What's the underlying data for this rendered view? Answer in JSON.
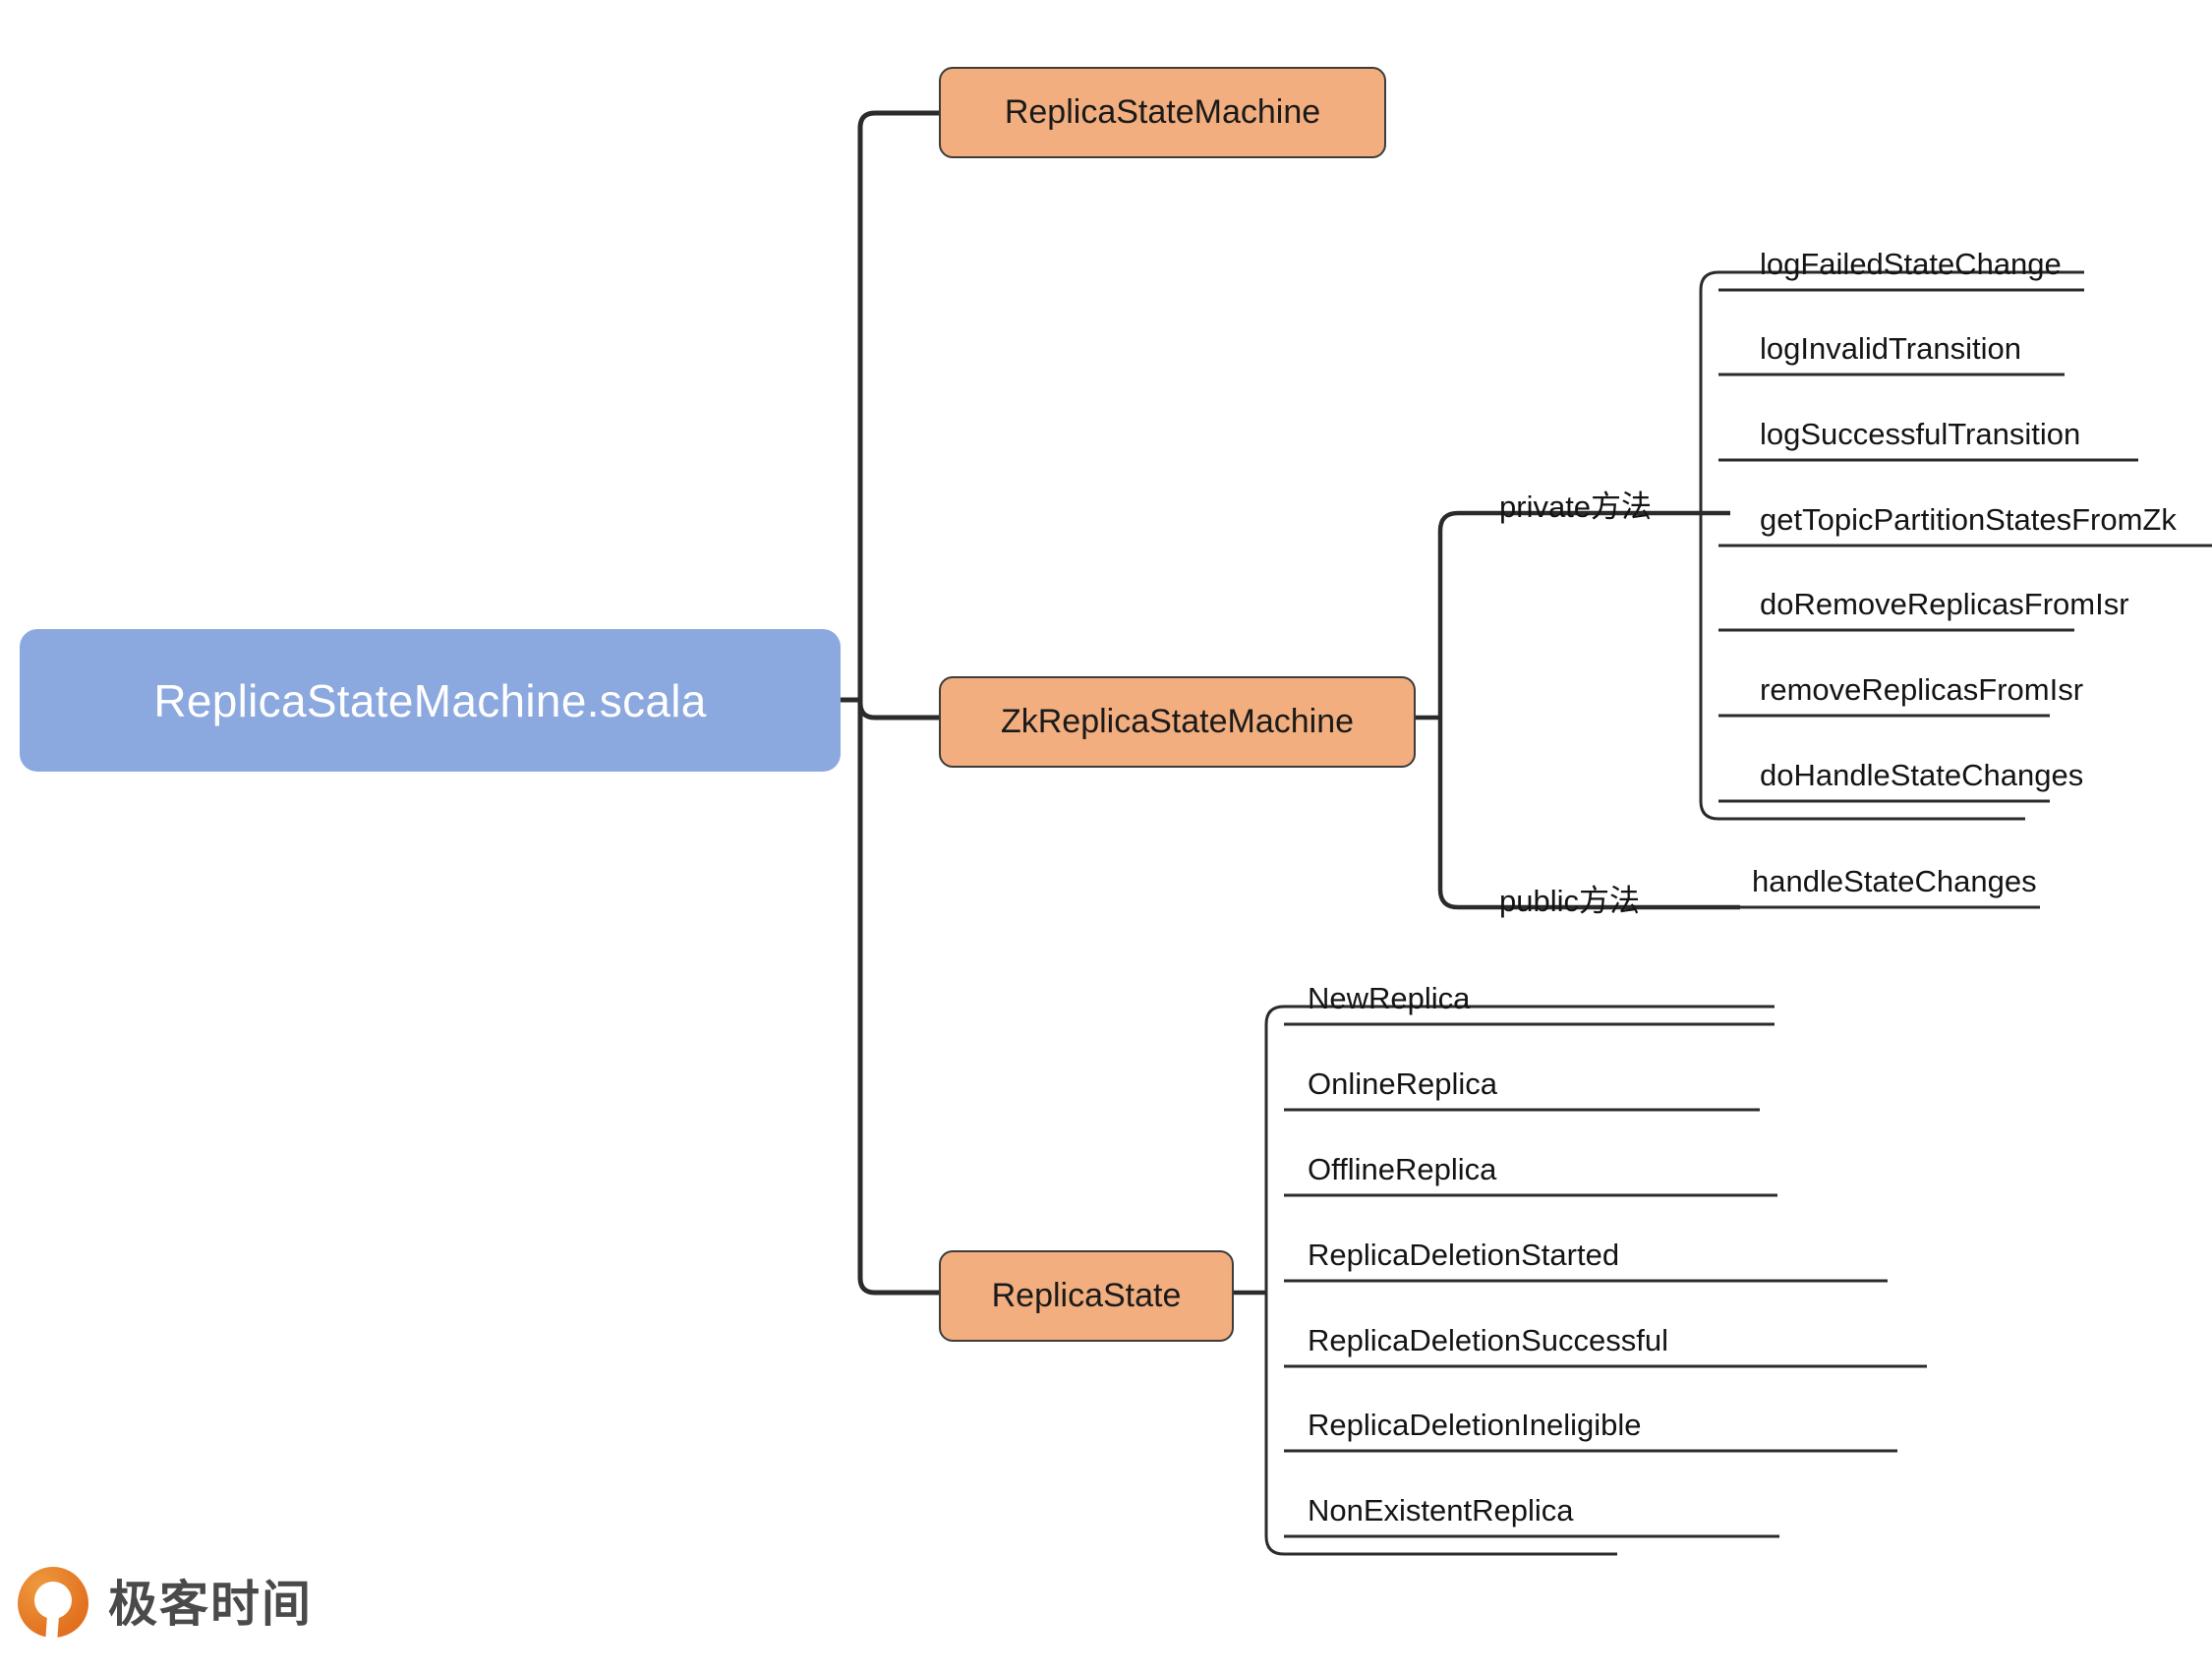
{
  "diagram": {
    "type": "mindmap",
    "root": {
      "label": "ReplicaStateMachine.scala",
      "color": "#8BA8DF",
      "text_color": "#FFFFFF"
    },
    "branch_color": "#F2AE7E",
    "branches": [
      {
        "label": "ReplicaStateMachine",
        "children": []
      },
      {
        "label": "ZkReplicaStateMachine",
        "groups": [
          {
            "label": "private方法",
            "items": [
              "logFailedStateChange",
              "logInvalidTransition",
              "logSuccessfulTransition",
              "getTopicPartitionStatesFromZk",
              "doRemoveReplicasFromIsr",
              "removeReplicasFromIsr",
              "doHandleStateChanges"
            ]
          },
          {
            "label": "public方法",
            "items": [
              "handleStateChanges"
            ]
          }
        ]
      },
      {
        "label": "ReplicaState",
        "items": [
          "NewReplica",
          "OnlineReplica",
          "OfflineReplica",
          "ReplicaDeletionStarted",
          "ReplicaDeletionSuccessful",
          "ReplicaDeletionIneligible",
          "NonExistentReplica"
        ]
      }
    ]
  },
  "logo": {
    "wordmark": "极客时间",
    "mark_color": "#E8772A"
  }
}
